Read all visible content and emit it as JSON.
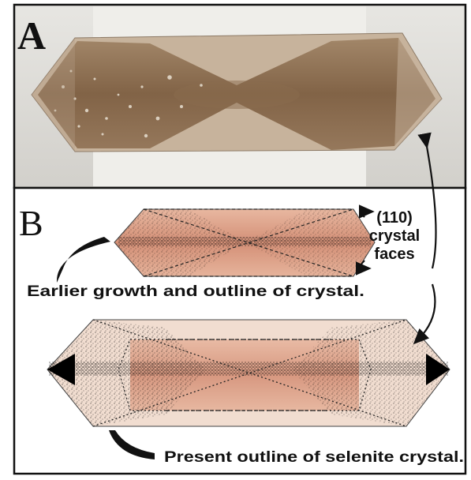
{
  "panel_a": {
    "label": "A"
  },
  "panel_b": {
    "label": "B",
    "faces_label": [
      "(110)",
      "crystal",
      "faces"
    ],
    "earlier_caption": "Earlier growth and outline of crystal.",
    "present_caption": "Present outline of selenite crystal."
  },
  "colors": {
    "frame": "#111111",
    "crystal_photo_brown": "#8a6a4a",
    "crystal_photo_light": "#c9b9a4",
    "sketch_pink": "#d9a087",
    "sketch_pale": "#f1ddd0",
    "stipple": "#000000"
  }
}
